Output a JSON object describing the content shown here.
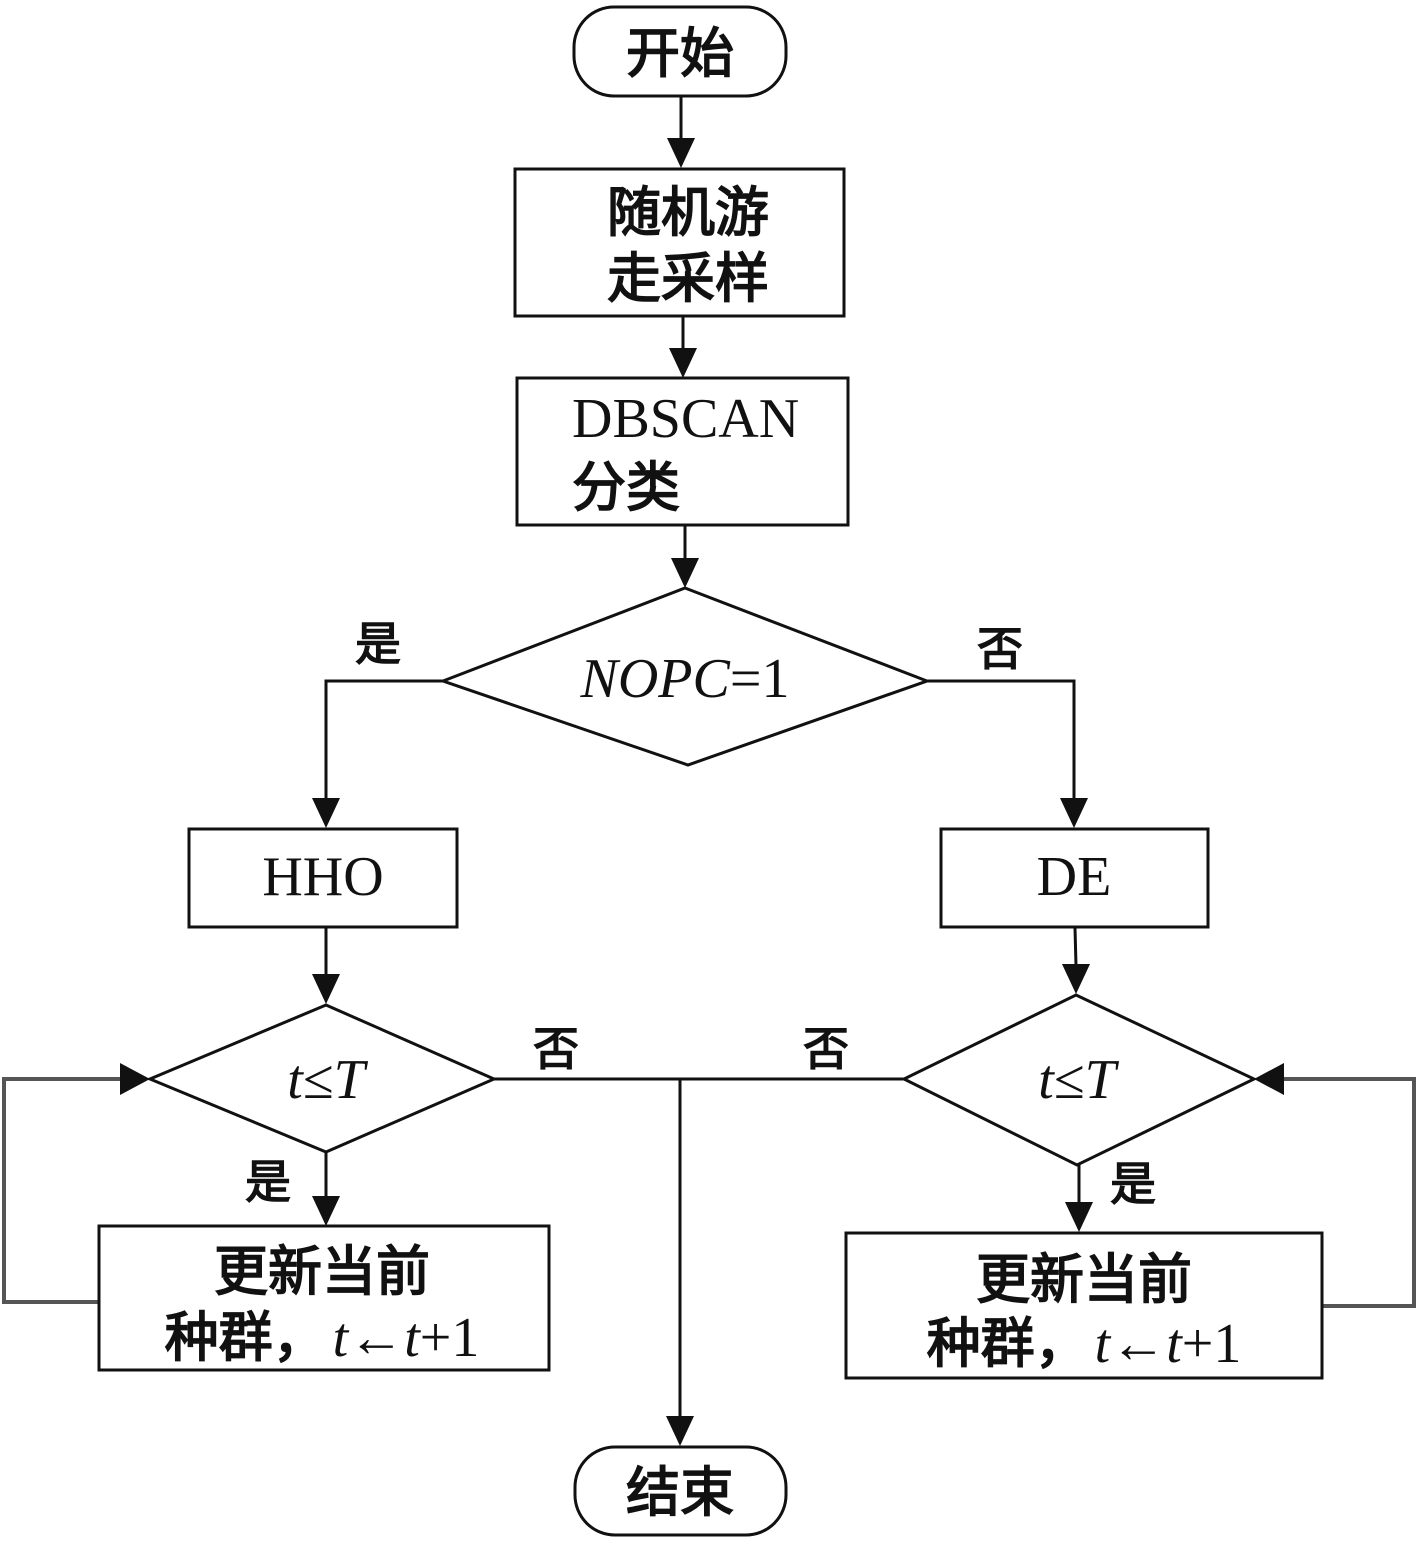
{
  "diagram": {
    "type": "flowchart",
    "nodes": {
      "start": {
        "label": "开始",
        "shape": "terminator"
      },
      "sampling": {
        "line1": "随机游",
        "line2": "走采样",
        "shape": "process"
      },
      "dbscan": {
        "line1": "DBSCAN",
        "line2": "分类",
        "shape": "process"
      },
      "decision_nopc": {
        "var": "NOPC",
        "rest": "=1",
        "shape": "decision"
      },
      "hho": {
        "label": "HHO",
        "shape": "process"
      },
      "de": {
        "label": "DE",
        "shape": "process"
      },
      "loop_left": {
        "var_t": "t",
        "op": "≤",
        "var_T": "T",
        "shape": "decision"
      },
      "loop_right": {
        "var_t": "t",
        "op": "≤",
        "var_T": "T",
        "shape": "decision"
      },
      "update_left": {
        "line1": "更新当前",
        "line2_cjk": "种群，",
        "t1": "t",
        "arrow": "←",
        "t2": "t",
        "plus": "+1",
        "shape": "process"
      },
      "update_right": {
        "line1": "更新当前",
        "line2_cjk": "种群，",
        "t1": "t",
        "arrow": "←",
        "t2": "t",
        "plus": "+1",
        "shape": "process"
      },
      "end": {
        "label": "结束",
        "shape": "terminator"
      }
    },
    "edge_labels": {
      "nopc_yes": "是",
      "nopc_no": "否",
      "left_no": "否",
      "right_no": "否",
      "left_yes": "是",
      "right_yes": "是"
    },
    "edges": [
      [
        "start",
        "sampling"
      ],
      [
        "sampling",
        "dbscan"
      ],
      [
        "dbscan",
        "decision_nopc"
      ],
      [
        "decision_nopc",
        "hho",
        "是"
      ],
      [
        "decision_nopc",
        "de",
        "否"
      ],
      [
        "hho",
        "loop_left"
      ],
      [
        "de",
        "loop_right"
      ],
      [
        "loop_left",
        "update_left",
        "是"
      ],
      [
        "loop_right",
        "update_right",
        "是"
      ],
      [
        "update_left",
        "loop_left"
      ],
      [
        "update_right",
        "loop_right"
      ],
      [
        "loop_left",
        "end",
        "否"
      ],
      [
        "loop_right",
        "end",
        "否"
      ]
    ]
  }
}
